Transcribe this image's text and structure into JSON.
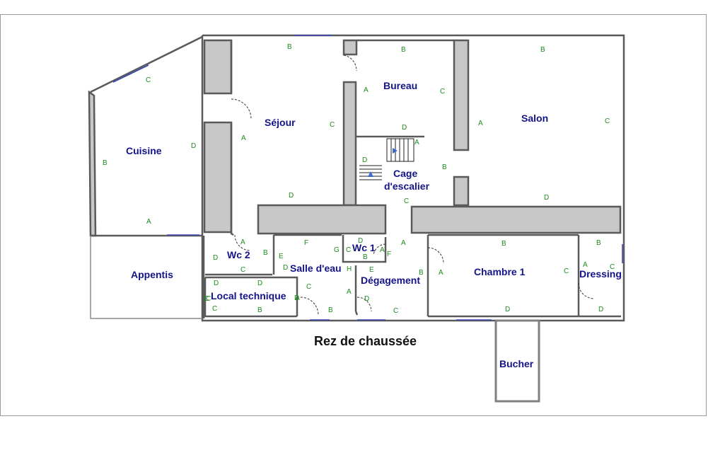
{
  "title": "Rez de chaussée",
  "rooms": {
    "cuisine": "Cuisine",
    "sejour": "Séjour",
    "bureau": "Bureau",
    "salon": "Salon",
    "cage_line1": "Cage",
    "cage_line2": "d'escalier",
    "wc2": "Wc 2",
    "wc1": "Wc 1",
    "appentis": "Appentis",
    "salle_deau": "Salle d'eau",
    "local_technique": "Local technique",
    "degagement": "Dégagement",
    "chambre1": "Chambre 1",
    "dressing": "Dressing",
    "bucher": "Bucher"
  },
  "wall_markers": [
    "B",
    "C",
    "B",
    "B",
    "A",
    "C",
    "D",
    "A",
    "C",
    "D",
    "A",
    "C",
    "D",
    "B",
    "A",
    "D",
    "B",
    "A",
    "D",
    "C",
    "A",
    "D",
    "B",
    "D",
    "C",
    "D",
    "F",
    "G",
    "D",
    "C",
    "B",
    "E",
    "A",
    "E",
    "H",
    "A",
    "C",
    "D",
    "B",
    "B",
    "C",
    "B",
    "C",
    "A",
    "D",
    "A",
    "C",
    "D",
    "B",
    "C",
    "A",
    "D",
    "C",
    "B",
    "C",
    "A",
    "D",
    "F"
  ],
  "colors": {
    "room_label": "#14148a",
    "marker": "#1f8a1f",
    "wall_fill": "#c8c8c8",
    "wall_stroke": "#5a5a5a",
    "window": "#3b45b5"
  }
}
